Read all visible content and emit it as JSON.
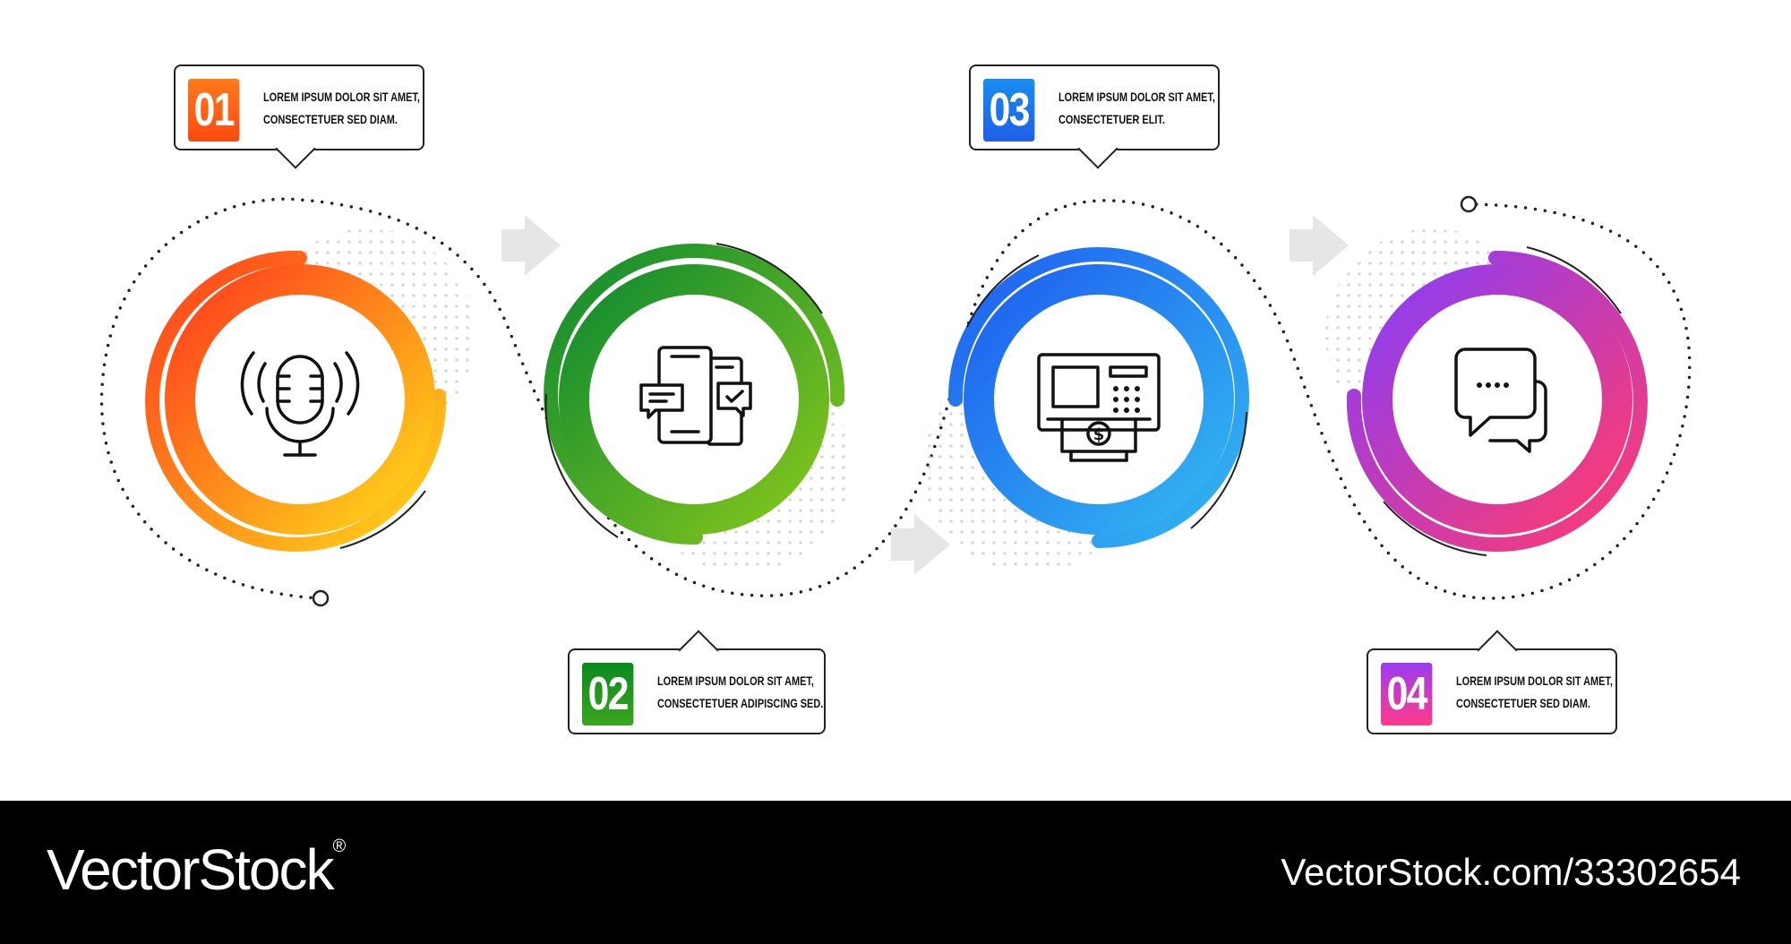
{
  "steps": [
    {
      "number": "01",
      "line1": "LOREM IPSUM DOLOR SIT AMET,",
      "line2": "CONSECTETUER SED DIAM.",
      "color_start": "#ff4a1c",
      "color_end": "#ffd21a",
      "icon": "microphone-icon"
    },
    {
      "number": "02",
      "line1": "LOREM IPSUM DOLOR SIT AMET,",
      "line2": "CONSECTETUER ADIPISCING SED.",
      "color_start": "#13912f",
      "color_end": "#7ec31c",
      "icon": "smartphone-messages-icon"
    },
    {
      "number": "03",
      "line1": "LOREM IPSUM DOLOR SIT AMET,",
      "line2": "CONSECTETUER ELIT.",
      "color_start": "#1f6ef0",
      "color_end": "#2fb0f0",
      "icon": "atm-icon"
    },
    {
      "number": "04",
      "line1": "LOREM IPSUM DOLOR SIT AMET,",
      "line2": "CONSECTETUER SED DIAM.",
      "color_start": "#8f3df0",
      "color_end": "#ff3d7a",
      "icon": "chat-bubbles-icon"
    }
  ],
  "footer": {
    "brand": "VectorStock",
    "brand_mark": "®",
    "url": "VectorStock.com/33302654"
  },
  "colors": {
    "arrow": "#e6e6e6",
    "dots": "#222222",
    "halftone": "#d4d4d4"
  }
}
